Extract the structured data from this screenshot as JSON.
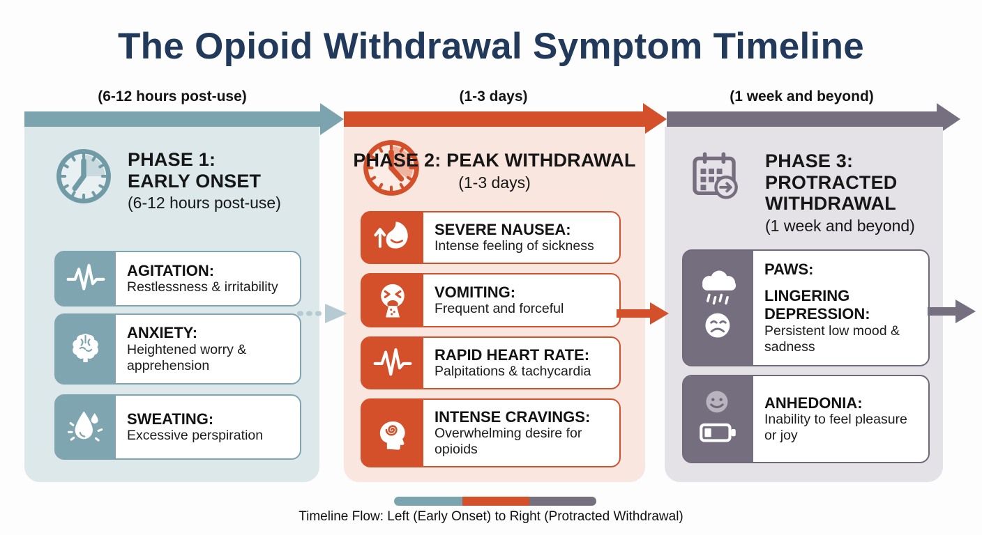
{
  "title": "The Opioid Withdrawal Symptom Timeline",
  "timeline_labels": [
    "(6-12 hours post-use)",
    "(1-3 days)",
    "(1 week and beyond)"
  ],
  "colors": {
    "title_navy": "#21395A",
    "early_teal": "#7CA4AE",
    "peak_orange": "#D4502A",
    "protracted_purple": "#766F80",
    "panel_early_bg": "#DCE8EA",
    "panel_peak_bg": "#F9E6DF",
    "panel_protracted_bg": "#E5E2E7"
  },
  "phases": [
    {
      "icon": "clock-early-icon",
      "title_lines": [
        "PHASE 1:",
        "EARLY ONSET"
      ],
      "subtitle": "(6-12 hours post-use)",
      "symptoms": [
        {
          "icon": "agitation-waveform-icon",
          "name": "AGITATION:",
          "description": "Restlessness & irritability"
        },
        {
          "icon": "anxiety-brain-icon",
          "name": "ANXIETY:",
          "description": "Heightened worry & apprehension"
        },
        {
          "icon": "sweating-drop-icon",
          "name": "SWEATING:",
          "description": "Excessive perspiration"
        }
      ]
    },
    {
      "icon": "clock-peak-icon",
      "title_lines": [
        "PHASE 2: PEAK WITHDRAWAL"
      ],
      "subtitle": "(1-3 days)",
      "symptoms": [
        {
          "icon": "nausea-stomach-icon",
          "name": "SEVERE NAUSEA:",
          "description": "Intense feeling of sickness"
        },
        {
          "icon": "vomiting-face-icon",
          "name": "VOMITING:",
          "description": "Frequent and forceful"
        },
        {
          "icon": "heart-rate-waveform-icon",
          "name": "RAPID HEART RATE:",
          "description": "Palpitations & tachycardia"
        },
        {
          "icon": "cravings-head-spiral-icon",
          "name": "INTENSE CRAVINGS:",
          "description": "Overwhelming desire for opioids"
        }
      ]
    },
    {
      "icon": "calendar-forward-icon",
      "title_lines": [
        "PHASE 3:",
        "PROTRACTED",
        "WITHDRAWAL"
      ],
      "subtitle": "(1 week and beyond)",
      "symptoms": [
        {
          "icon": "depression-raincloud-sadface-icon",
          "name": "PAWS:",
          "name2": "LINGERING DEPRESSION:",
          "description": "Persistent low mood & sadness"
        },
        {
          "icon": "anhedonia-smiley-battery-icon",
          "name": "ANHEDONIA:",
          "description": "Inability to feel pleasure or joy"
        }
      ]
    }
  ],
  "footer": {
    "caption": "Timeline Flow: Left (Early Onset) to Right (Protracted Withdrawal)"
  }
}
